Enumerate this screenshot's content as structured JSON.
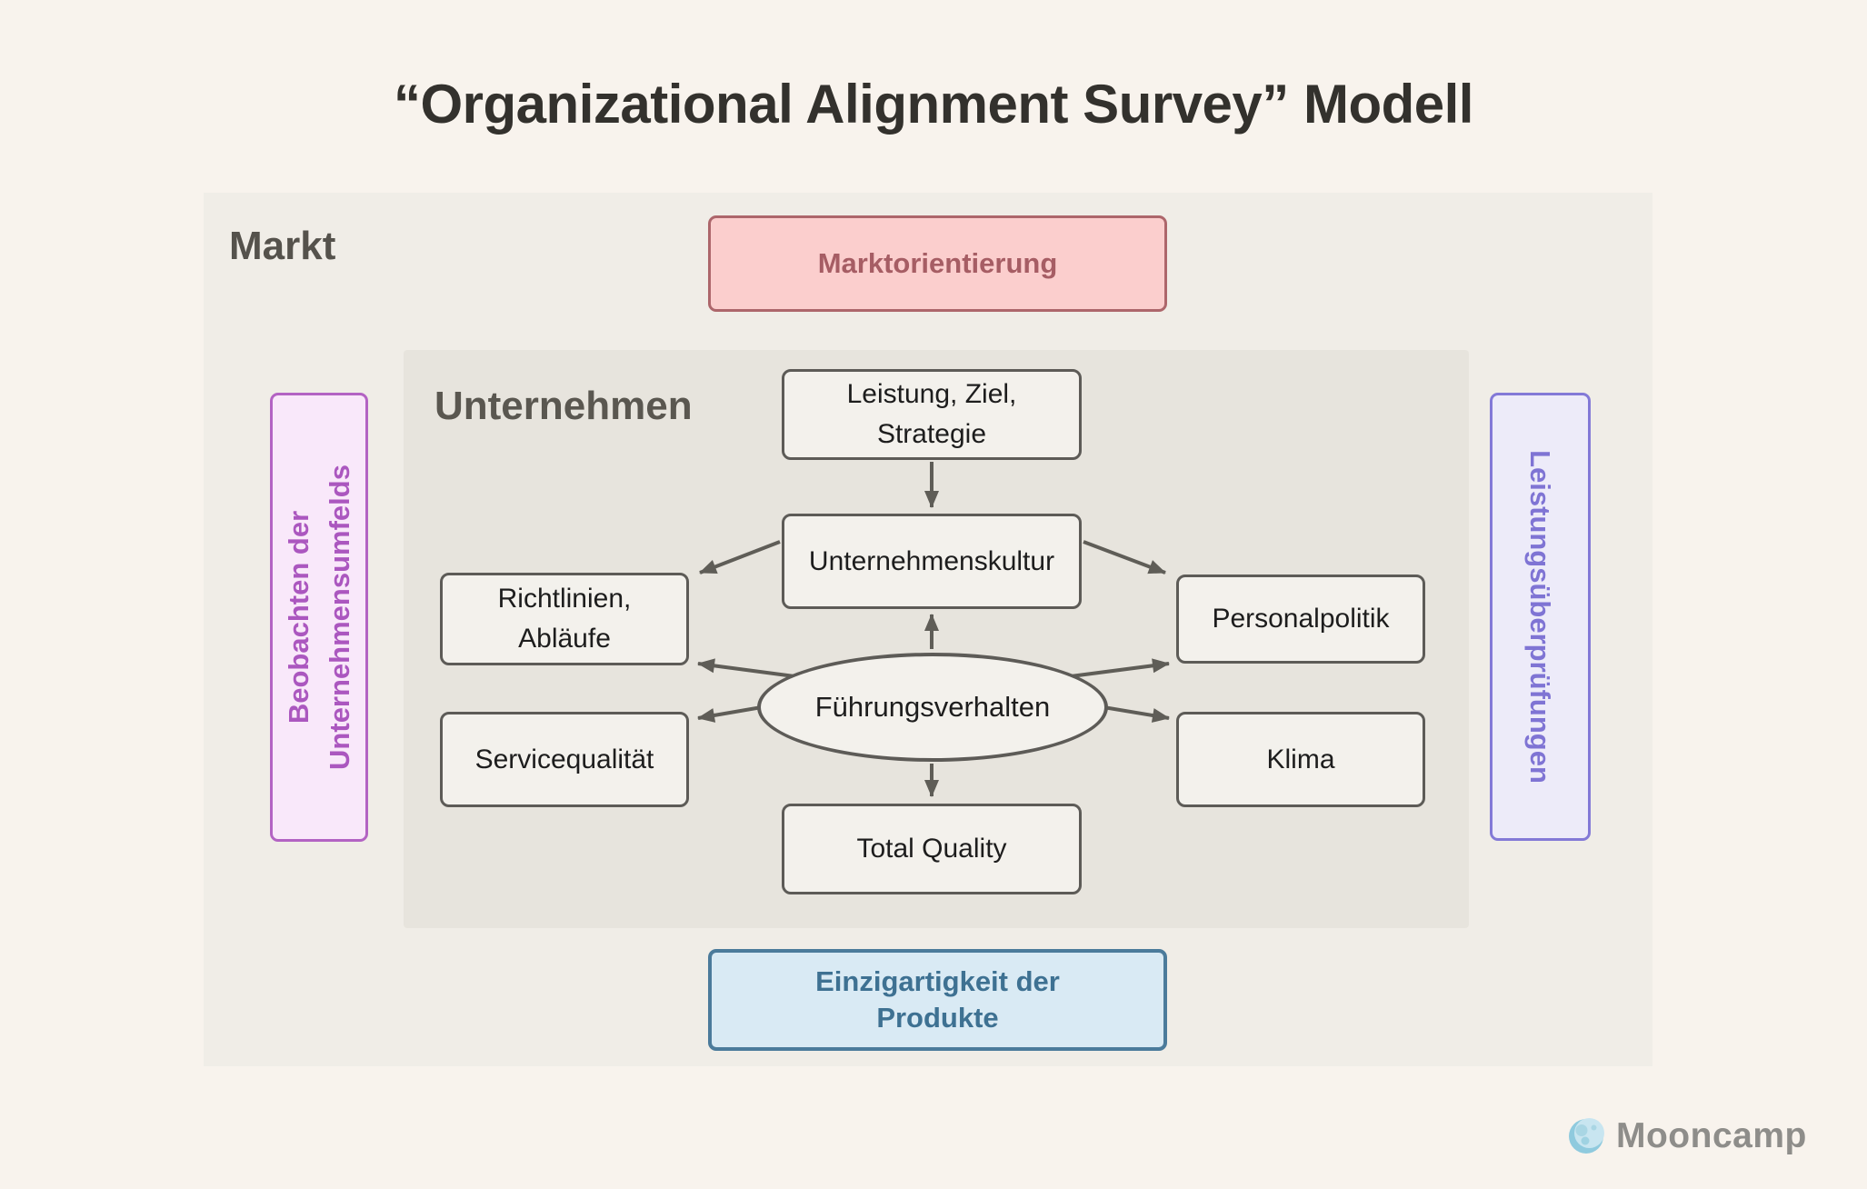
{
  "title": "“Organizational Alignment Survey” Modell",
  "market": {
    "label": "Markt",
    "orientation_box": {
      "label": "Marktorientierung"
    },
    "observation_box": {
      "line1": "Beobachten der",
      "line2": "Unternehmensumfelds"
    },
    "review_box": {
      "label": "Leistungsüberprüfungen"
    },
    "uniqueness_box": {
      "line1": "Einzigartigkeit der",
      "line2": "Produkte"
    }
  },
  "company": {
    "label": "Unternehmen",
    "strategy_box": {
      "line1": "Leistung, Ziel,",
      "line2": "Strategie"
    },
    "culture_box": {
      "label": "Unternehmenskultur"
    },
    "guidelines_box": {
      "line1": "Richtlinien,",
      "line2": "Abläufe"
    },
    "service_box": {
      "label": "Servicequalität"
    },
    "hr_box": {
      "label": "Personalpolitik"
    },
    "climate_box": {
      "label": "Klima"
    },
    "quality_box": {
      "label": "Total Quality"
    },
    "leadership_ellipse": {
      "label": "Führungsverhalten"
    }
  },
  "logo": {
    "brand": "Mooncamp",
    "icon": "moon-icon"
  },
  "colors": {
    "background": "#f8f3ed",
    "outer_panel": "#f0ede7",
    "inner_panel": "#e7e4dd",
    "node_fill": "#f3f1ec",
    "node_border": "#5d5b57",
    "arrow": "#5f5d57",
    "pink_fill": "#fbcecd",
    "pink_border": "#ad666b",
    "pink_text": "#a65d64",
    "magenta_fill": "#f9e8fa",
    "magenta_border": "#b363c3",
    "magenta_text": "#ab57bf",
    "purple_fill": "#edebf9",
    "purple_border": "#8379d7",
    "purple_text": "#7f74d4",
    "blue_fill": "#d9eaf4",
    "blue_border": "#4b7b9b",
    "blue_text": "#3e7192",
    "title_text": "#33312d",
    "zone_label_text": "#55524c",
    "logo_text": "#8e8d8a"
  }
}
